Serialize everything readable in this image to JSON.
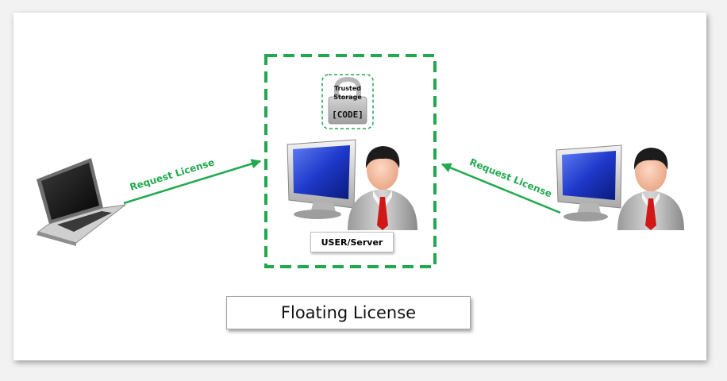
{
  "diagram": {
    "title": "Floating License",
    "server_label": "USER/Server",
    "storage": {
      "line1": "Trusted",
      "line2": "Storage",
      "code": "[CODE]"
    },
    "left_arrow_label": "Request License",
    "right_arrow_label": "Request License"
  },
  "colors": {
    "accent_green": "#22a94f",
    "monitor_screen": "#1f3fbf",
    "tie_red": "#d01818"
  },
  "icons": [
    "laptop-icon",
    "server-monitor-icon",
    "user-icon",
    "lock-icon"
  ]
}
